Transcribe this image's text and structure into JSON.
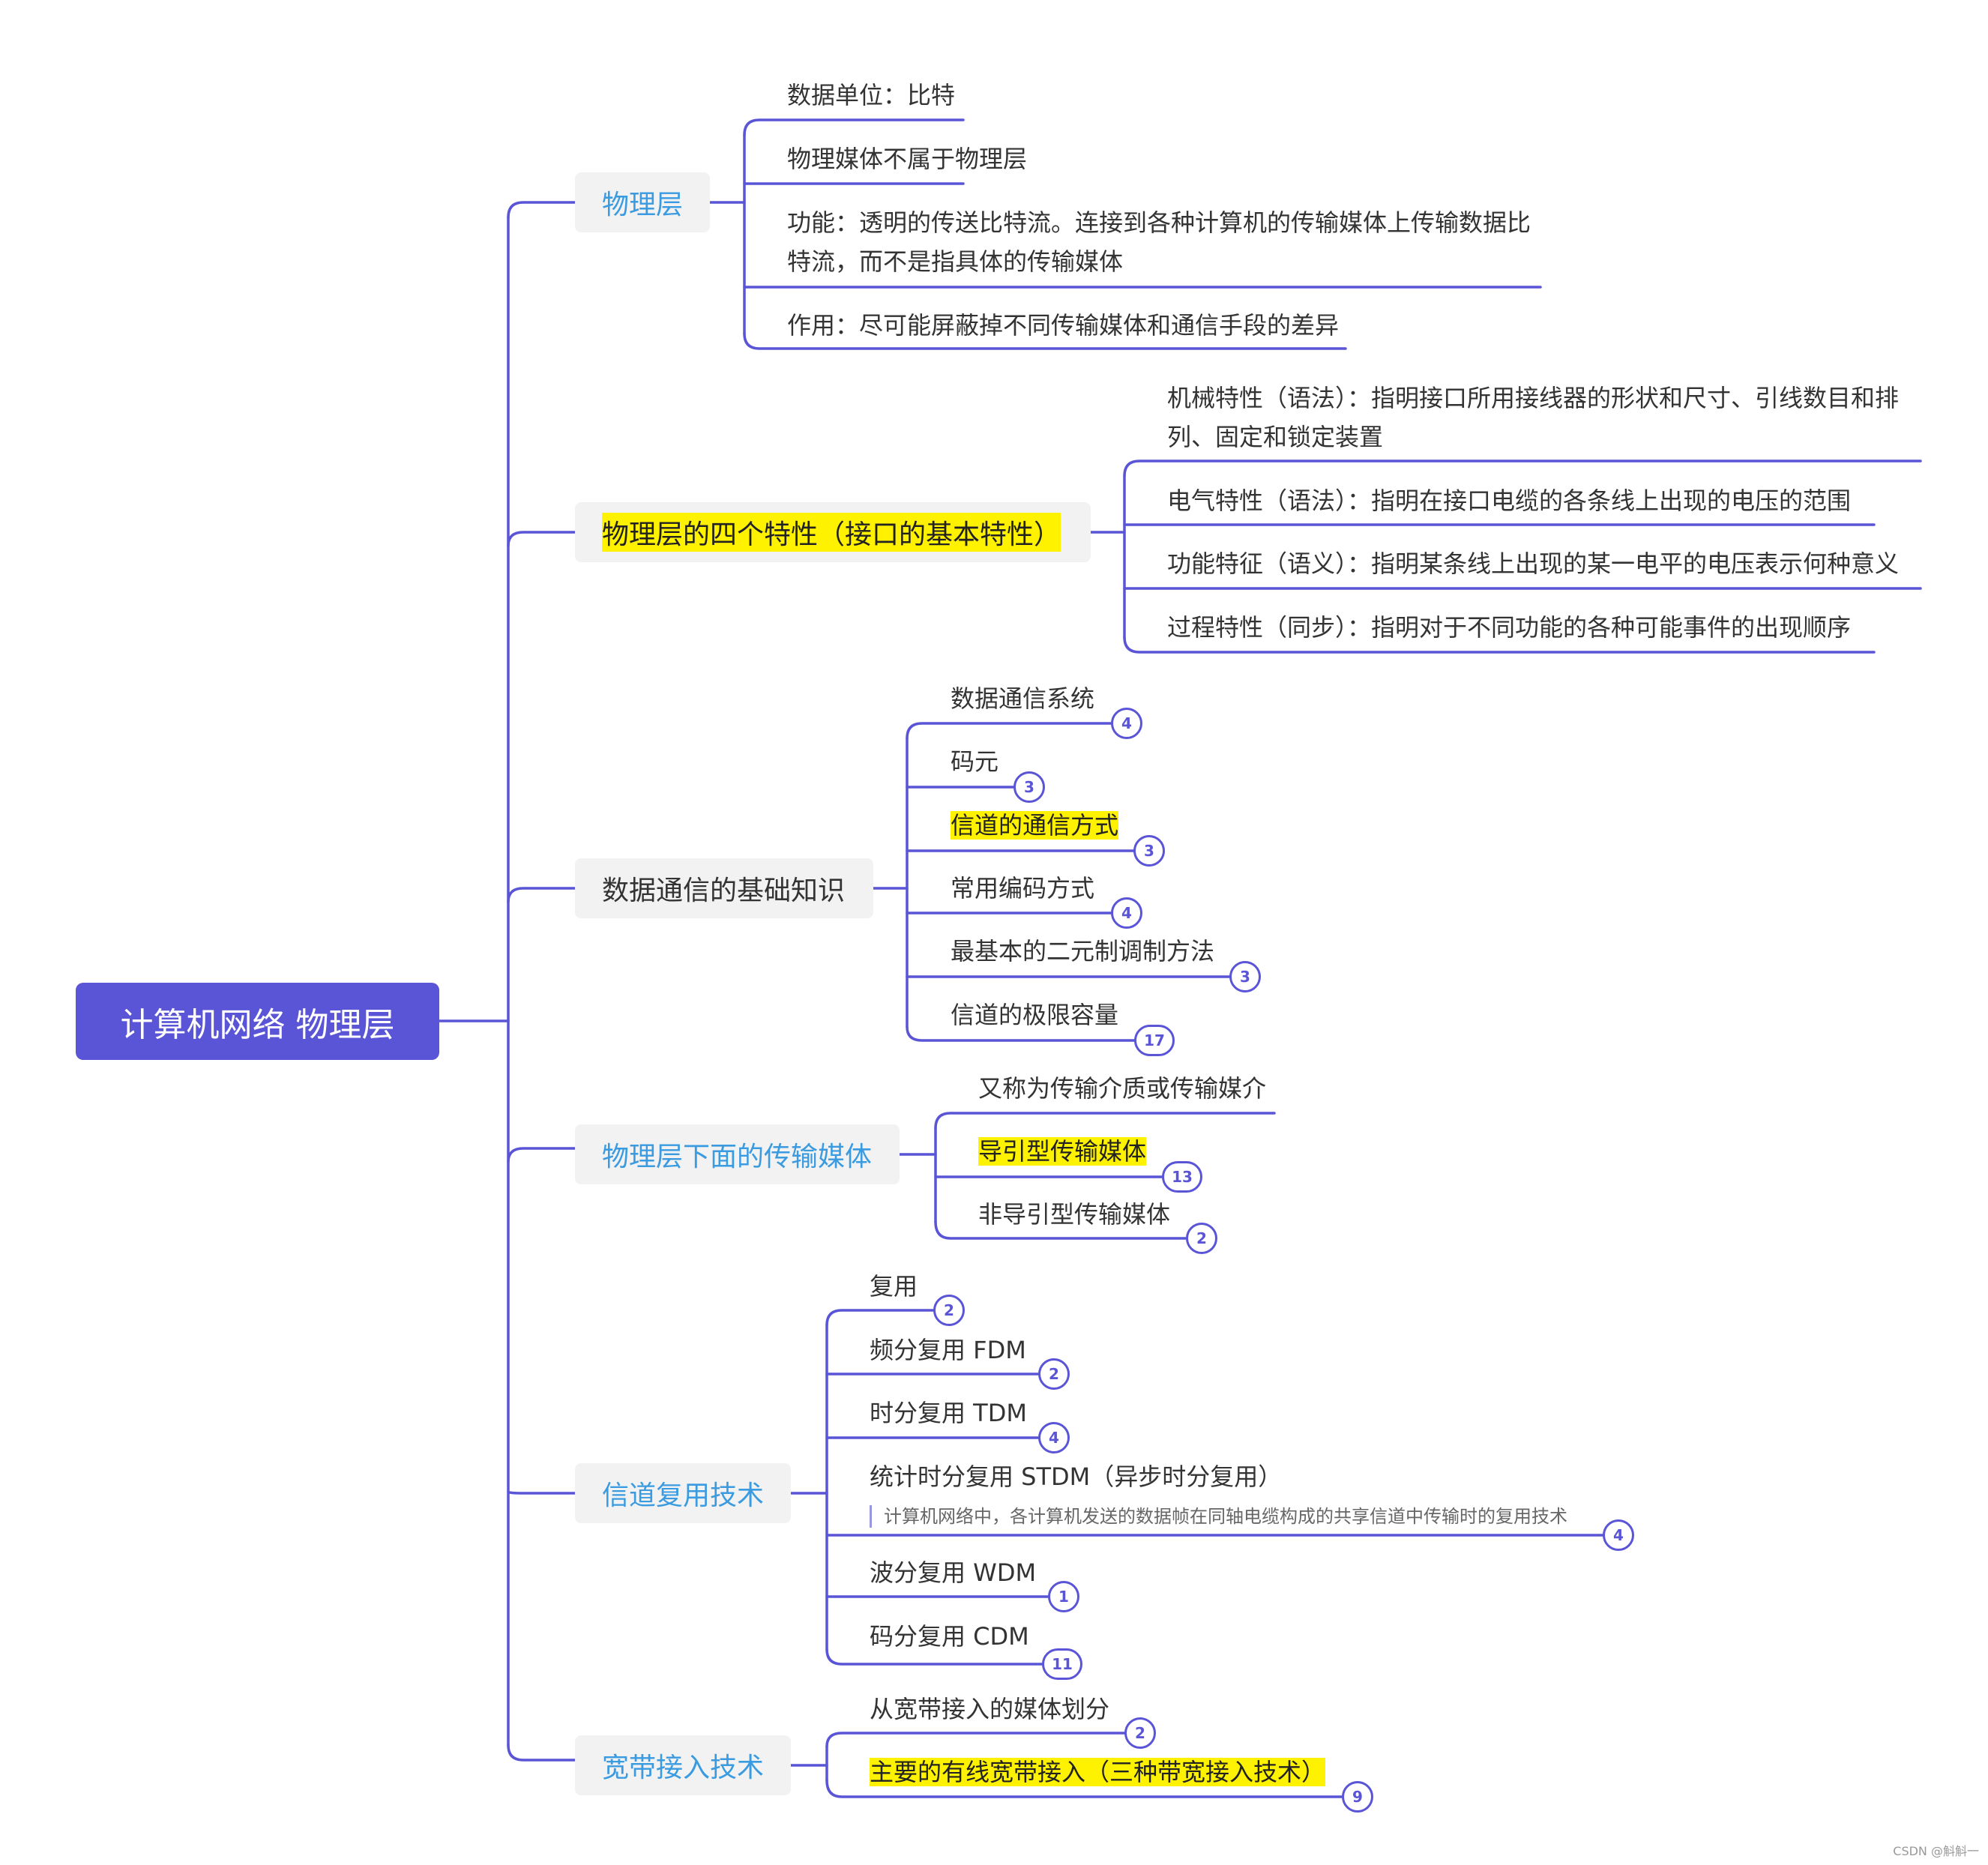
{
  "root": {
    "label": "计算机网络 物理层"
  },
  "branches": [
    {
      "label": "物理层",
      "children": [
        {
          "label": "数据单位：比特"
        },
        {
          "label": "物理媒体不属于物理层"
        },
        {
          "label": "功能：透明的传送比特流。连接到各种计算机的传输媒体上传输数据比特流，而不是指具体的传输媒体"
        },
        {
          "label": "作用：尽可能屏蔽掉不同传输媒体和通信手段的差异"
        }
      ]
    },
    {
      "label": "物理层的四个特性（接口的基本特性）",
      "children": [
        {
          "label": "机械特性（语法）：指明接口所用接线器的形状和尺寸、引线数目和排列、固定和锁定装置"
        },
        {
          "label": "电气特性（语法）：指明在接口电缆的各条线上出现的电压的范围"
        },
        {
          "label": "功能特征（语义）：指明某条线上出现的某一电平的电压表示何种意义"
        },
        {
          "label": "过程特性（同步）：指明对于不同功能的各种可能事件的出现顺序"
        }
      ]
    },
    {
      "label": "数据通信的基础知识",
      "children": [
        {
          "label": "数据通信系统",
          "count": "4"
        },
        {
          "label": "码元",
          "count": "3"
        },
        {
          "label": "信道的通信方式",
          "count": "3"
        },
        {
          "label": "常用编码方式",
          "count": "4"
        },
        {
          "label": "最基本的二元制调制方法",
          "count": "3"
        },
        {
          "label": "信道的极限容量",
          "count": "17"
        }
      ]
    },
    {
      "label": "物理层下面的传输媒体",
      "children": [
        {
          "label": "又称为传输介质或传输媒介"
        },
        {
          "label": "导引型传输媒体",
          "count": "13"
        },
        {
          "label": "非导引型传输媒体",
          "count": "2"
        }
      ]
    },
    {
      "label": "信道复用技术",
      "children": [
        {
          "label": "复用",
          "count": "2"
        },
        {
          "label": "频分复用 FDM",
          "count": "2"
        },
        {
          "label": "时分复用 TDM",
          "count": "4"
        },
        {
          "label": "统计时分复用 STDM（异步时分复用）",
          "note": "计算机网络中，各计算机发送的数据帧在同轴电缆构成的共享信道中传输时的复用技术",
          "count": "4"
        },
        {
          "label": "波分复用 WDM",
          "count": "1"
        },
        {
          "label": "码分复用 CDM",
          "count": "11"
        }
      ]
    },
    {
      "label": "宽带接入技术",
      "children": [
        {
          "label": "从宽带接入的媒体划分",
          "count": "2"
        },
        {
          "label": "主要的有线宽带接入（三种带宽接入技术）",
          "count": "9"
        }
      ]
    }
  ],
  "watermark": "CSDN @斛斛一",
  "colors": {
    "line": "#5a55d7",
    "root_bg": "#5a55d7",
    "branch_text": "#3a9be0",
    "highlight": "#fff200",
    "branch_bg": "#f2f2f2"
  }
}
